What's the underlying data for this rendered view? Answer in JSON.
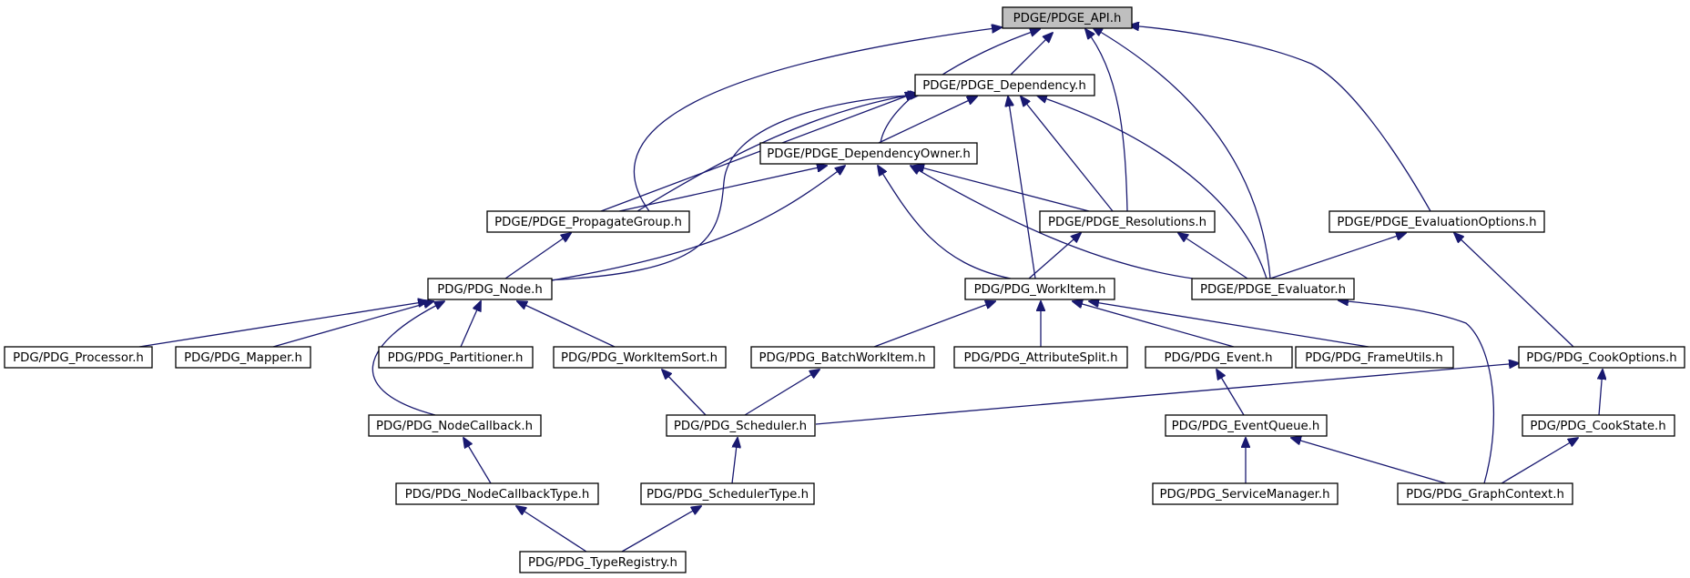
{
  "nodes": {
    "api": "PDGE/PDGE_API.h",
    "dependency": "PDGE/PDGE_Dependency.h",
    "dependency_owner": "PDGE/PDGE_DependencyOwner.h",
    "propagate_group": "PDGE/PDGE_PropagateGroup.h",
    "resolutions": "PDGE/PDGE_Resolutions.h",
    "evaluation_options": "PDGE/PDGE_EvaluationOptions.h",
    "node": "PDG/PDG_Node.h",
    "work_item": "PDG/PDG_WorkItem.h",
    "evaluator": "PDGE/PDGE_Evaluator.h",
    "processor": "PDG/PDG_Processor.h",
    "mapper": "PDG/PDG_Mapper.h",
    "partitioner": "PDG/PDG_Partitioner.h",
    "work_item_sort": "PDG/PDG_WorkItemSort.h",
    "batch_work_item": "PDG/PDG_BatchWorkItem.h",
    "attribute_split": "PDG/PDG_AttributeSplit.h",
    "event": "PDG/PDG_Event.h",
    "frame_utils": "PDG/PDG_FrameUtils.h",
    "cook_options": "PDG/PDG_CookOptions.h",
    "node_callback": "PDG/PDG_NodeCallback.h",
    "scheduler": "PDG/PDG_Scheduler.h",
    "event_queue": "PDG/PDG_EventQueue.h",
    "cook_state": "PDG/PDG_CookState.h",
    "node_callback_type": "PDG/PDG_NodeCallbackType.h",
    "scheduler_type": "PDG/PDG_SchedulerType.h",
    "service_manager": "PDG/PDG_ServiceManager.h",
    "graph_context": "PDG/PDG_GraphContext.h",
    "type_registry": "PDG/PDG_TypeRegistry.h"
  },
  "colors": {
    "edge": "#191970",
    "root_fill": "#bfbfbf",
    "node_fill": "#ffffff",
    "node_border": "#000000"
  }
}
